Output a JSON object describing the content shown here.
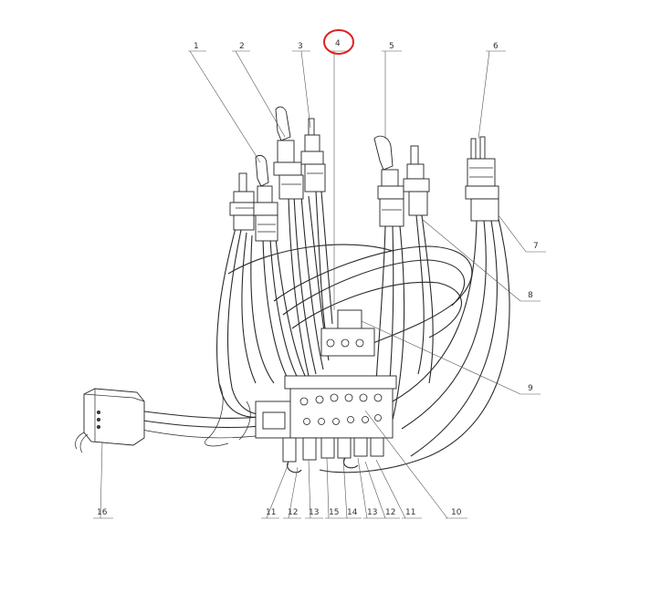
{
  "callouts": [
    {
      "id": "c1",
      "label": "1"
    },
    {
      "id": "c2",
      "label": "2"
    },
    {
      "id": "c3",
      "label": "3"
    },
    {
      "id": "c4",
      "label": "4"
    },
    {
      "id": "c5",
      "label": "5"
    },
    {
      "id": "c6",
      "label": "6"
    },
    {
      "id": "c7",
      "label": "7"
    },
    {
      "id": "c8",
      "label": "8"
    },
    {
      "id": "c9",
      "label": "9"
    },
    {
      "id": "c10",
      "label": "10"
    },
    {
      "id": "c11a",
      "label": "11"
    },
    {
      "id": "c12a",
      "label": "12"
    },
    {
      "id": "c13a",
      "label": "13"
    },
    {
      "id": "c15",
      "label": "15"
    },
    {
      "id": "c14",
      "label": "14"
    },
    {
      "id": "c13b",
      "label": "13"
    },
    {
      "id": "c12b",
      "label": "12"
    },
    {
      "id": "c11b",
      "label": "11"
    },
    {
      "id": "c16",
      "label": "16"
    }
  ],
  "highlight": {
    "callout": "4",
    "color": "#e02020"
  },
  "colors": {
    "line": "#222222",
    "paper": "#ffffff"
  }
}
